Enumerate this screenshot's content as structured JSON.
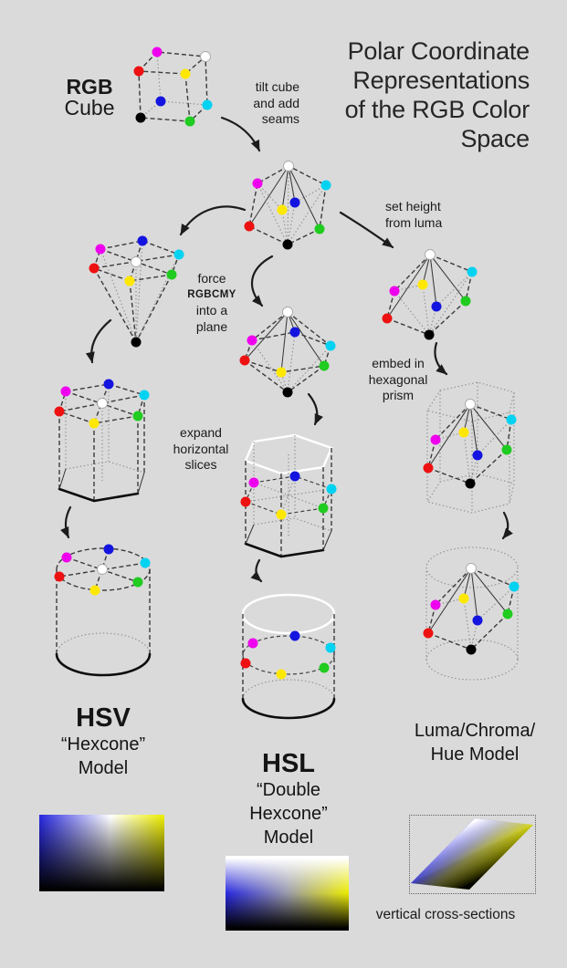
{
  "title": {
    "lines": [
      "Polar Coordinate",
      "Representations",
      "of the RGB Color",
      "Space"
    ]
  },
  "labels": {
    "rgb": {
      "name": "RGB",
      "sub": "Cube"
    },
    "tilt": [
      "tilt cube",
      "and add",
      "seams"
    ],
    "luma_step": [
      "set height",
      "from luma"
    ],
    "force": [
      "force",
      "RGBCMY",
      "into a",
      "plane"
    ],
    "expand": [
      "expand",
      "horizontal",
      "slices"
    ],
    "embed": [
      "embed in",
      "hexagonal",
      "prism"
    ],
    "hsv": {
      "name": "HSV",
      "quote": "“Hexcone”",
      "model": "Model"
    },
    "hsl": {
      "name": "HSL",
      "quote": "“Double Hexcone”",
      "model": "Model"
    },
    "lch": [
      "Luma/Chroma/",
      "Hue Model"
    ],
    "cross": "vertical cross-sections"
  },
  "palette": {
    "red": "#ee1111",
    "green": "#1fcc1f",
    "blue": "#1414e0",
    "cyan": "#00d2f2",
    "magenta": "#ee00ee",
    "yellow": "#ffe800",
    "white": "#ffffff",
    "black": "#000000",
    "background": "#dadada",
    "text": "#1f1f1f"
  },
  "cross_sections": {
    "hsv": {
      "top_left": "blue",
      "top_center": "white",
      "top_right": "yellow",
      "bottom": "black"
    },
    "hsl": {
      "top": "white",
      "mid_left": "blue",
      "mid_right": "yellow",
      "bottom": "black"
    },
    "luma": {
      "top_left": "white",
      "top_right": "yellow",
      "bottom_left": "blue",
      "bottom_right": "black"
    }
  }
}
